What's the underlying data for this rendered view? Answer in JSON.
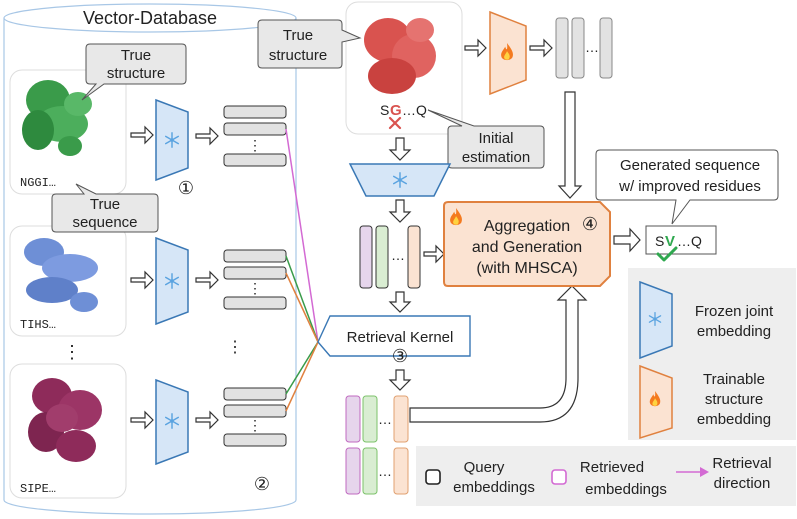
{
  "db_title": "Vector-Database",
  "sequences": [
    "NGGI…",
    "TIHS…",
    "SIPE…"
  ],
  "vertical_dots": "⋮",
  "horizontal_dots": "…",
  "callouts": {
    "true_structure_db": [
      "True",
      "structure"
    ],
    "true_sequence": [
      "True",
      "sequence"
    ],
    "true_structure_query": [
      "True",
      "structure"
    ],
    "initial_estimation": [
      "Initial",
      "estimation"
    ],
    "generated_sequence": [
      "Generated sequence",
      "w/ improved residues"
    ]
  },
  "query_sequence": {
    "prefix": "S",
    "residue": "G",
    "suffix": "…Q"
  },
  "generated": {
    "prefix": "S",
    "residue": "V",
    "suffix": "…Q"
  },
  "circled_numbers": [
    "①",
    "②",
    "③",
    "④"
  ],
  "retrieval_kernel": "Retrieval Kernel",
  "aggregation": [
    "Aggregation",
    "and Generation",
    "(with MHSCA)"
  ],
  "legend": {
    "frozen": [
      "Frozen joint",
      "embedding"
    ],
    "trainable": [
      "Trainable",
      "structure",
      "embedding"
    ],
    "query": [
      "Query",
      "embeddings"
    ],
    "retrieved": [
      "Retrieved",
      "embeddings"
    ],
    "direction": [
      "Retrieval",
      "direction"
    ]
  },
  "icons": [
    "flame-icon",
    "snowflake-icon",
    "checkmark-icon",
    "cross-icon"
  ],
  "colors": {
    "frozen_fill": "#d6e6f7",
    "frozen_stroke": "#3a78b5",
    "trainable_fill": "#fbe3d2",
    "trainable_stroke": "#e0813f",
    "protein_green": "#3a9b4a",
    "protein_blue": "#6e8fd6",
    "protein_red": "#d9534f",
    "protein_magenta": "#8e2b5a",
    "retrieval_direction": "#d36ad3"
  }
}
